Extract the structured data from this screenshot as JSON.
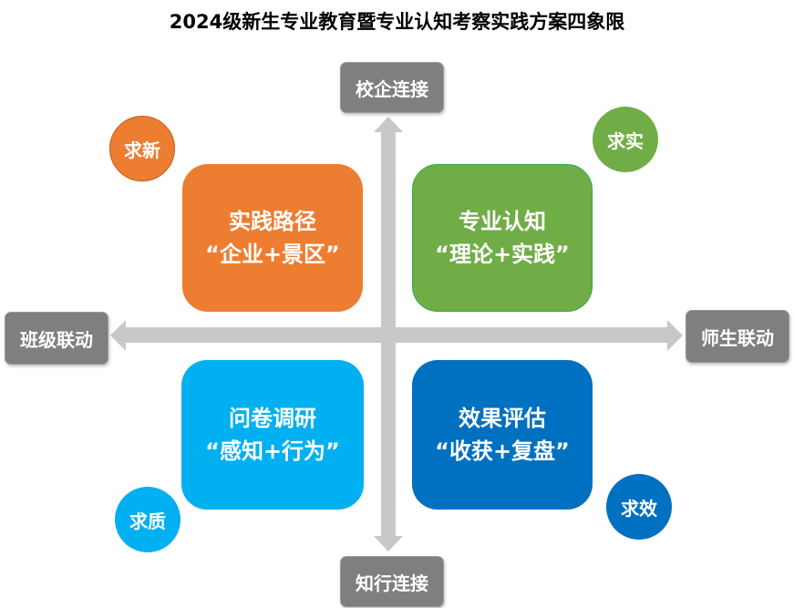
{
  "title": "2024级新生专业教育暨专业认知考察实践方案四象限",
  "axes": {
    "top": "校企连接",
    "bottom": "知行连接",
    "left": "班级联动",
    "right": "师生联动",
    "color": "#c8c8c8",
    "label_bg": "#7f7f7f"
  },
  "quadrants": [
    {
      "id": "top-left",
      "line1": "实践路径",
      "line2": "“企业+景区”",
      "color": "#ed7d31",
      "badge": "求新"
    },
    {
      "id": "top-right",
      "line1": "专业认知",
      "line2": "“理论+实践”",
      "color": "#70ad47",
      "badge": "求实"
    },
    {
      "id": "bottom-left",
      "line1": "问卷调研",
      "line2": "“感知+行为”",
      "color": "#00b0f0",
      "badge": "求质"
    },
    {
      "id": "bottom-right",
      "line1": "效果评估",
      "line2": "“收获+复盘”",
      "color": "#0070c0",
      "badge": "求效"
    }
  ]
}
